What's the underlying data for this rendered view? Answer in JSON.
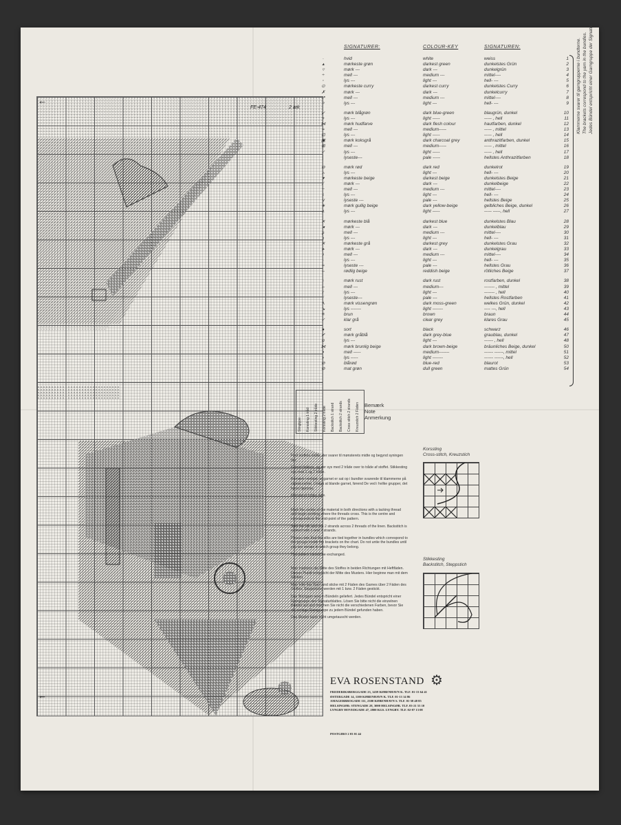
{
  "chart": {
    "code": "FE-474",
    "sheet": "2 ark",
    "arrow": "←"
  },
  "key": {
    "headers": {
      "dk": "SIGNATURER:",
      "en": "COLOUR-KEY",
      "de": "SIGNATUREN:"
    },
    "groups": [
      [
        {
          "sym": "·",
          "dk": "hvid",
          "en": "white",
          "de": "weiss",
          "n": "1"
        },
        {
          "sym": "▴",
          "dk": "mørkeste grøn",
          "en": "darkest green",
          "de": "dunkelstes Grün",
          "n": "2"
        },
        {
          "sym": "▿",
          "dk": "mørk  ---",
          "en": "dark  ---",
          "de": "dunkelgrün",
          "n": "3"
        },
        {
          "sym": "÷",
          "dk": "mell  ---",
          "en": "medium ---",
          "de": "mittel----",
          "n": "4"
        },
        {
          "sym": "◦",
          "dk": "lys  ---",
          "en": "light  ---",
          "de": "hell-  ---",
          "n": "5"
        },
        {
          "sym": "⊙",
          "dk": "mørkeste curry",
          "en": "darkest curry",
          "de": "dunkelstes Curry",
          "n": "6"
        },
        {
          "sym": "✗",
          "dk": "mørk  ---",
          "en": "dark  ---",
          "de": "dunkelcurry",
          "n": "7"
        },
        {
          "sym": "↗",
          "dk": "mell  ---",
          "en": "medium ---",
          "de": "mittel----",
          "n": "8"
        },
        {
          "sym": "⚬",
          "dk": "lys  ---",
          "en": "light  ---",
          "de": "hell-  ---",
          "n": "9"
        }
      ],
      [
        {
          "sym": "↙",
          "dk": "mørk blågrøn",
          "en": "dark blue-green",
          "de": "blaugrün, dunkel",
          "n": "10"
        },
        {
          "sym": "+",
          "dk": "lys  ---",
          "en": "light  -----",
          "de": "----- , hell",
          "n": "11"
        },
        {
          "sym": "⋈",
          "dk": "mørk hudfarve",
          "en": "dark flesh colour",
          "de": "hautfarben, dunkel",
          "n": "12"
        },
        {
          "sym": "=",
          "dk": "mell  ---",
          "en": "medium-----",
          "de": "----- , mittel",
          "n": "13"
        },
        {
          "sym": "⊡",
          "dk": "lys  ---",
          "en": "light  -----",
          "de": "----- , hell",
          "n": "14"
        },
        {
          "sym": "▣",
          "dk": "mørk koksgrå",
          "en": "dark charcoal grey",
          "de": "anthrazitfarben, dunkel",
          "n": "15"
        },
        {
          "sym": "⊞",
          "dk": "mell  ---",
          "en": "medium-----",
          "de": "----- , mittel",
          "n": "16"
        },
        {
          "sym": "✓",
          "dk": "lys  ---",
          "en": "light  -----",
          "de": "----- , hell",
          "n": "17"
        },
        {
          "sym": "│",
          "dk": "lyseste---",
          "en": "pale  -----",
          "de": "hellstes Anthrazitfarben",
          "n": "18"
        }
      ],
      [
        {
          "sym": "⊖",
          "dk": "mørk rød",
          "en": "dark red",
          "de": "dunkelrot",
          "n": "19"
        },
        {
          "sym": "▵",
          "dk": "lys  ---",
          "en": "light  ---",
          "de": "hell-  ---",
          "n": "20"
        },
        {
          "sym": "▾",
          "dk": "mørkeste beige",
          "en": "darkest beige",
          "de": "dunkelstes Beige",
          "n": "21"
        },
        {
          "sym": "⁄",
          "dk": "mørk  ---",
          "en": "dark  ---",
          "de": "dunkelbeige",
          "n": "22"
        },
        {
          "sym": "−",
          "dk": "mell  ---",
          "en": "medium ---",
          "de": "mittel----",
          "n": "23"
        },
        {
          "sym": "ɩ",
          "dk": "lys  ---",
          "en": "light  ---",
          "de": "hell-  ---",
          "n": "24"
        },
        {
          "sym": "∨",
          "dk": "lyseste ---",
          "en": "pale  ---",
          "de": "hellstes Beige",
          "n": "25"
        },
        {
          "sym": "∗",
          "dk": "mørk gullig beige",
          "en": "dark yellow-beige",
          "de": "gelbliches Beige, dunkel",
          "n": "26"
        },
        {
          "sym": "ʌ",
          "dk": "lys  ---",
          "en": "light  -----",
          "de": "----- -----, hell",
          "n": "27"
        }
      ],
      [
        {
          "sym": "✕",
          "dk": "mørkeste blå",
          "en": "darkest blue",
          "de": "dunkelstes Blau",
          "n": "28"
        },
        {
          "sym": "◂",
          "dk": "mørk  ---",
          "en": "dark  ---",
          "de": "dunkelblau",
          "n": "29"
        },
        {
          "sym": "ʂ",
          "dk": "mell  ---",
          "en": "medium ---",
          "de": "mittel----",
          "n": "30"
        },
        {
          "sym": "ɿ",
          "dk": "lys  ---",
          "en": "light  ---",
          "de": "hell-  ---",
          "n": "31"
        },
        {
          "sym": "✕",
          "dk": "mørkeste grå",
          "en": "darkest grey",
          "de": "dunkelstes Grau",
          "n": "32"
        },
        {
          "sym": "▸",
          "dk": "mørk  ---",
          "en": "dark  ---",
          "de": "dunkelgrau",
          "n": "33"
        },
        {
          "sym": "♪",
          "dk": "mell  ---",
          "en": "medium ---",
          "de": "mittel----",
          "n": "34"
        },
        {
          "sym": "∙",
          "dk": "lys  ---",
          "en": "light  ---",
          "de": "hell-  ---",
          "n": "35"
        },
        {
          "sym": "≈",
          "dk": "lyseste ---",
          "en": "pale  ---",
          "de": "hellstes Grau",
          "n": "36"
        },
        {
          "sym": "–",
          "dk": "rødlig beige",
          "en": "reddish beige",
          "de": "rötliches Beige",
          "n": "37"
        }
      ],
      [
        {
          "sym": "↑",
          "dk": "mørk rust",
          "en": "dark rust",
          "de": "rostfarben, dunkel",
          "n": "38"
        },
        {
          "sym": "‒",
          "dk": "mell  ---",
          "en": "medium---",
          "de": "------- , mittel",
          "n": "39"
        },
        {
          "sym": "ɾ",
          "dk": "lys  ---",
          "en": "light  ---",
          "de": "------- , hell",
          "n": "40"
        },
        {
          "sym": "ⁱ",
          "dk": "lyseste---",
          "en": "pale  ---",
          "de": "hellstes Rostfarben",
          "n": "41"
        },
        {
          "sym": "↖",
          "dk": "mørk vissengrøn",
          "en": "dark moss-green",
          "de": "welkes Grün, dunkel",
          "n": "42"
        },
        {
          "sym": "↘",
          "dk": "lys  -------",
          "en": "light  -------",
          "de": "---- ---, hell",
          "n": "43"
        },
        {
          "sym": "≡",
          "dk": "brun",
          "en": "brown",
          "de": "braun",
          "n": "44"
        },
        {
          "sym": "✓",
          "dk": "klar grå",
          "en": "clear grey",
          "de": "klares Grau",
          "n": "45"
        }
      ],
      [
        {
          "sym": "●",
          "dk": "sort",
          "en": "black",
          "de": "schwarz",
          "n": "46"
        },
        {
          "sym": "✔",
          "dk": "mørk gråblå",
          "en": "dark grey-blue",
          "de": "graublau, dunkel",
          "n": "47"
        },
        {
          "sym": "ɑ",
          "dk": "lys  ---",
          "en": "light  ---",
          "de": "------ , hell",
          "n": "48"
        },
        {
          "sym": "⋈",
          "dk": "mørk brunlig beige",
          "en": "dark brown-beige",
          "de": "bräunliches Beige, dunkel",
          "n": "50"
        },
        {
          "sym": "▪",
          "dk": "mell  -----",
          "en": "medium-------",
          "de": "------ ------, mittel",
          "n": "51"
        },
        {
          "sym": "◗",
          "dk": "lys  -----",
          "en": "light  -------",
          "de": "------ ------, hell",
          "n": "52"
        },
        {
          "sym": "⊘",
          "dk": "blårød",
          "en": "blue-red",
          "de": "blaurot",
          "n": "53"
        },
        {
          "sym": "⊘",
          "dk": "mat grøn",
          "en": "dull green",
          "de": "mattes Grün",
          "n": "54"
        }
      ]
    ],
    "brackets_note": [
      "Klammerne svarer til garngrupperne i bundterne.",
      "The brackets correspond to the yarn in the bundles.",
      "Jedes Bündel entspricht einer Garngruppe der Signatur."
    ]
  },
  "legend": {
    "columns": [
      "Stingtype",
      "Korssting  1 tråd",
      "Stikkesting  2 tråde",
      "Korssting 2 tråde",
      "Backstitch  1 strand",
      "Backstitch  2 strands",
      "Cross stitch  2 strands",
      "Kreuzstich  2 Fäden"
    ],
    "note": [
      "Bemærk",
      "Note",
      "Anmerkung"
    ]
  },
  "instructions": {
    "da": [
      "Find stoffets midte, der svarer til mønsterets midte og begynd syningen der.",
      "Garnet fiakkes, og der sys med 2 tråde over to tråde af stoffet. Stikkesting sys med 1 og 2 tråde.",
      "Bemærk venligst, at garnet er sat op i bundter svarende til klammerne på signaturarket. Undgå at blande garnet, førend De ved i hvilke grupper, det hører hjemme.",
      "Mønsteret byttes ikke."
    ],
    "en": [
      "Mark the centre of the material in both directions with a tacking thread and begin working where the threads cross. This is the centre and corresponds to the mid-point of the pattern.",
      "Split the silk and use 2 strands across 2 threads of the linen. Backstitch is worked with 1 and 2 strands.",
      "Please note that the silks are tied together in bundles which correspond to the groups inside the brackets on the chart. Do not untie the bundles until you are certain to which group they belong.",
      "The pattern cannot be exchanged."
    ],
    "de": [
      "Man markiere die Mitte des Stoffes in beiden Richtungen mit Heftfäden. Diesen Punkt entspricht der Mitte des Musters. Hier beginne man mit dem Sticken.",
      "Man teile das Garn und sticke mit 2 Fäden des Garnes über 2 Fäden des Stoffes. Steppstiche werden mit 1 bzw. 2 Fäden gestickt.",
      "Das Stickgarn wird in Bündeln geliefert. Jedes Bündel entspricht einer Garngruppe des Signaturblattes. Lösen Sie bitte nicht die einzelnen Bündel auf und mischen Sie nicht die verschiedenen Farben, bevor Sie die richtige Garngruppe zu jedem Bündel gefunden haben.",
      "Das Muster kann nicht umgetauscht werden."
    ]
  },
  "diagrams": {
    "cross": [
      "Korssting",
      "Cross-stitch, Kreuzstich"
    ],
    "back": [
      "Stikkesting",
      "Backstitch, Steppstich"
    ]
  },
  "company": {
    "name": "EVA ROSENSTAND",
    "addresses": [
      "FREDERIKSBERGGADE 23, 1459 KØBENHAVN K. TLF. 01-13 64 41",
      "ØSTERGADE 14, 1100 KØBENHAVN K. TLF. 01-13 14 86",
      "AMAGERBROGADE 111, 2300 KØBENHAVN S. TLF. 01-58 48 85",
      "HELSINGØR: STENGADE 28, 3000 HELSINGØR. TLF. 03-21 53 10",
      "LYNGBY HOVEDGADE 47, 2800 KGS. LYNGBY. TLF. 02-87 13 08"
    ],
    "postgiro": "POSTGIRO 2 03 01 44"
  }
}
